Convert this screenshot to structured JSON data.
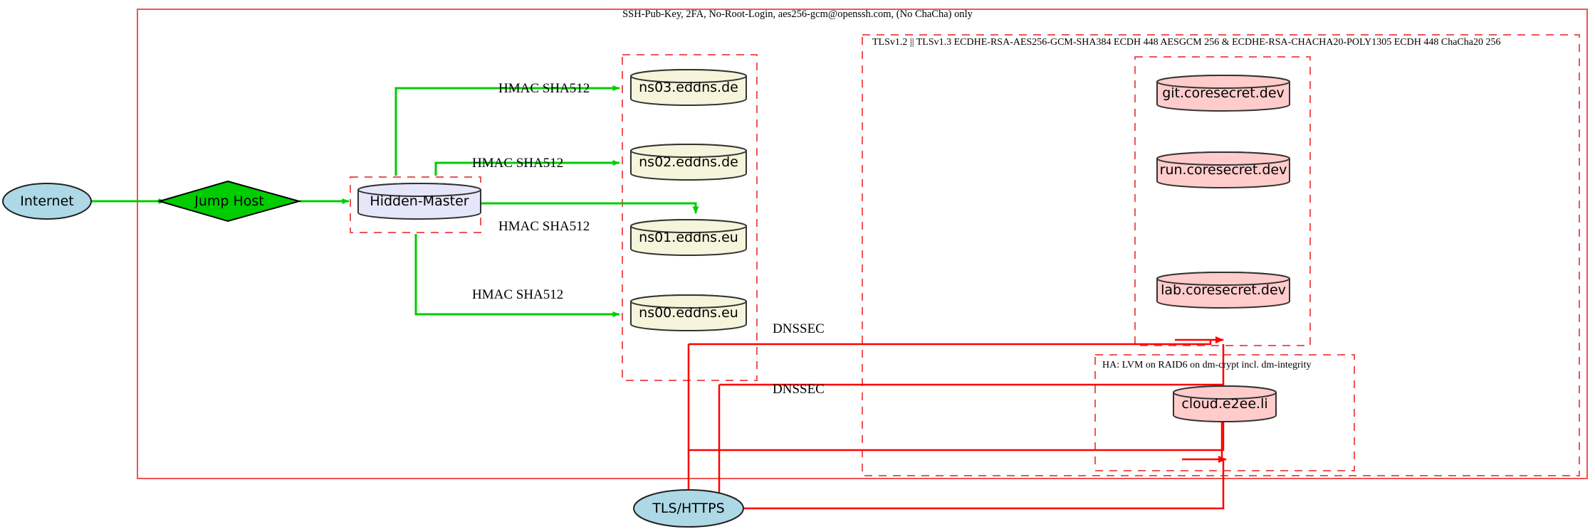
{
  "diagram": {
    "title_note": "SSH-Pub-Key, 2FA, No-Root-Login, aes256-gcm@openssh.com, (No ChaCha) only",
    "clusters": [
      {
        "id": "ssh-outer",
        "label": "SSH-Pub-Key, 2FA, No-Root-Login, aes256-gcm@openssh.com, (No ChaCha) only"
      },
      {
        "id": "tls-cluster",
        "label": "TLSv1.2 || TLSv1.3 ECDHE-RSA-AES256-GCM-SHA384 ECDH 448 AESGCM 256 & ECDHE-RSA-CHACHA20-POLY1305 ECDH 448 ChaCha20 256"
      },
      {
        "id": "ha-cluster",
        "label": "HA: LVM on RAID6 on dm-crypt incl. dm-integrity"
      },
      {
        "id": "dns-cluster",
        "label": ""
      },
      {
        "id": "master-cluster",
        "label": ""
      },
      {
        "id": "app-cluster",
        "label": ""
      }
    ],
    "nodes": [
      {
        "id": "internet",
        "label": "Internet",
        "shape": "ellipse",
        "fill": "#add8e6"
      },
      {
        "id": "jumphost",
        "label": "Jump Host",
        "shape": "diamond",
        "fill": "#00cc00"
      },
      {
        "id": "master",
        "label": "Hidden-Master",
        "shape": "cylinder",
        "fill": "#e6e6fa"
      },
      {
        "id": "ns03",
        "label": "ns03.eddns.de",
        "shape": "cylinder",
        "fill": "#f5f5dc"
      },
      {
        "id": "ns02",
        "label": "ns02.eddns.de",
        "shape": "cylinder",
        "fill": "#f5f5dc"
      },
      {
        "id": "ns01",
        "label": "ns01.eddns.eu",
        "shape": "cylinder",
        "fill": "#f5f5dc"
      },
      {
        "id": "ns00",
        "label": "ns00.eddns.eu",
        "shape": "cylinder",
        "fill": "#f5f5dc"
      },
      {
        "id": "git",
        "label": "git.coresecret.dev",
        "shape": "cylinder",
        "fill": "#ffcccb"
      },
      {
        "id": "run",
        "label": "run.coresecret.dev",
        "shape": "cylinder",
        "fill": "#ffcccb"
      },
      {
        "id": "lab",
        "label": "lab.coresecret.dev",
        "shape": "cylinder",
        "fill": "#ffcccb"
      },
      {
        "id": "cloud",
        "label": "cloud.e2ee.li",
        "shape": "cylinder",
        "fill": "#ffcccb"
      },
      {
        "id": "tlshttps",
        "label": "TLS/HTTPS",
        "shape": "ellipse",
        "fill": "#add8e6"
      }
    ],
    "edge_labels": [
      {
        "id": "hmac-ns03",
        "label": "HMAC SHA512"
      },
      {
        "id": "hmac-ns02",
        "label": "HMAC SHA512"
      },
      {
        "id": "hmac-ns01",
        "label": "HMAC SHA512"
      },
      {
        "id": "hmac-ns00",
        "label": "HMAC SHA512"
      },
      {
        "id": "dnssec-1",
        "label": "DNSSEC"
      },
      {
        "id": "dnssec-2",
        "label": "DNSSEC"
      }
    ],
    "colors": {
      "edge_green": "#00cc00",
      "edge_red": "#ff0000",
      "cluster_border": "#ee5555",
      "node_stroke": "#333333",
      "internet_fill": "#add8e6",
      "jumphost_fill": "#00cc00",
      "master_fill": "#e6e6fa",
      "dns_fill": "#f5f5dc",
      "app_fill": "#ffcccb"
    }
  }
}
